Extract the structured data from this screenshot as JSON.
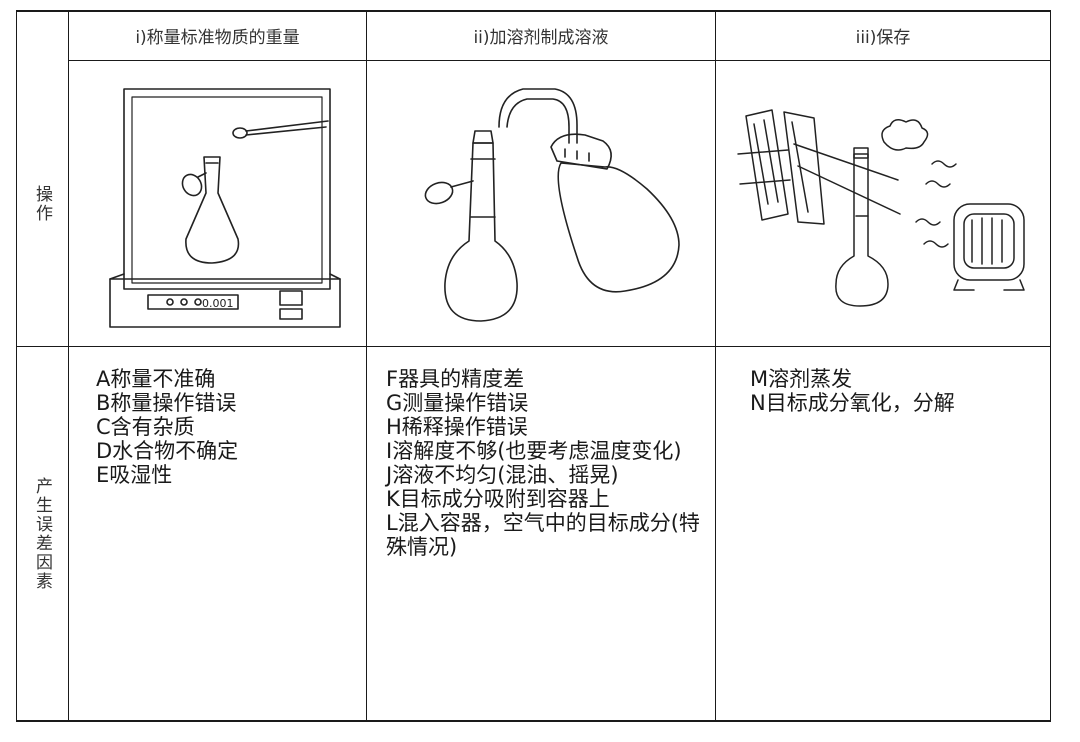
{
  "headers": [
    "i)称量标准物质的重量",
    "ii)加溶剂制成溶液",
    "iii)保存"
  ],
  "row_labels": {
    "operation": "操作",
    "error_factors": "产生误差因素"
  },
  "columns": [
    {
      "illustration_icon": "balance-weighing-icon",
      "factors": [
        "A称量不准确",
        "B称量操作错误",
        "C含有杂质",
        "D水合物不确定",
        "E吸湿性"
      ]
    },
    {
      "illustration_icon": "wash-bottle-flask-icon",
      "factors": [
        "F器具的精度差",
        "G测量操作错误",
        "H稀释操作错误",
        "I溶解度不够(也要考虑温度变化)",
        "J溶液不均匀(混油、摇晃)",
        "K目标成分吸附到容器上",
        "L混入容器，空气中的目标成分(特殊情况)"
      ]
    },
    {
      "illustration_icon": "storage-heater-flask-icon",
      "factors": [
        "M溶剂蒸发",
        "N目标成分氧化，分解"
      ]
    }
  ],
  "balance_display": "0.001"
}
